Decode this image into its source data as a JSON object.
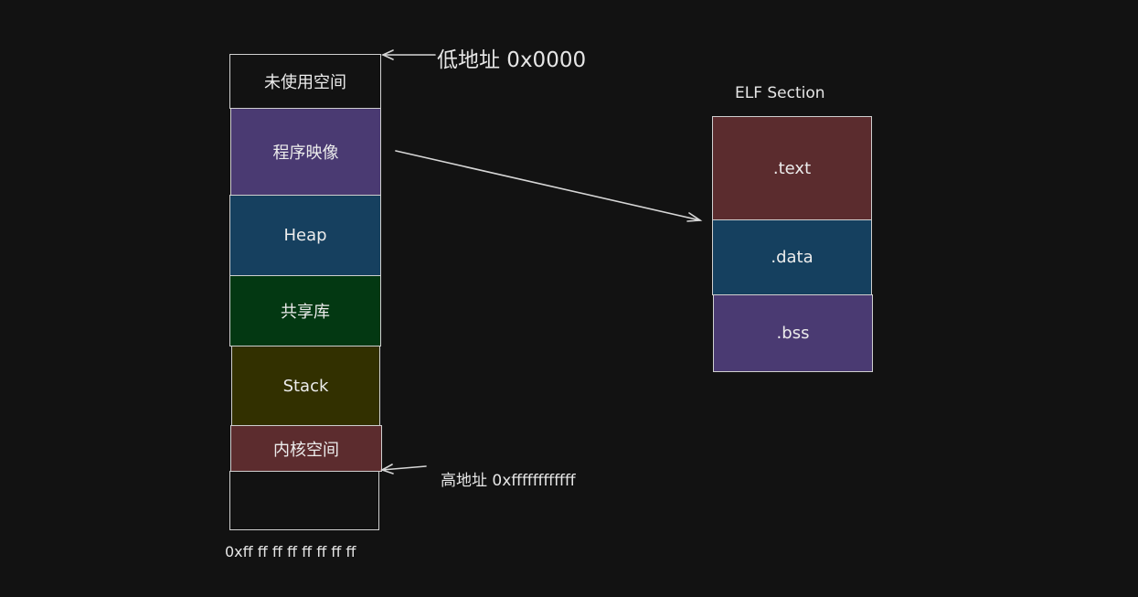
{
  "memory": {
    "blocks": [
      {
        "label": "未使用空间",
        "color": "#121212"
      },
      {
        "label": "程序映像",
        "color": "#4a3a72"
      },
      {
        "label": "Heap",
        "color": "#16405f"
      },
      {
        "label": "共享库",
        "color": "#033812"
      },
      {
        "label": "Stack",
        "color": "#323000"
      },
      {
        "label": "内核空间",
        "color": "#5c2c2e"
      },
      {
        "label": "",
        "color": "#121212"
      }
    ],
    "bottom_label": "0xff ff ff ff ff ff ff ff"
  },
  "annotations": {
    "low_address": "低地址 0x0000",
    "high_address": "高地址 0xffffffffffff"
  },
  "elf": {
    "title": "ELF Section",
    "sections": [
      {
        "label": ".text",
        "color": "#5b2c2e"
      },
      {
        "label": ".data",
        "color": "#15405f"
      },
      {
        "label": ".bss",
        "color": "#4a3a72"
      }
    ]
  }
}
